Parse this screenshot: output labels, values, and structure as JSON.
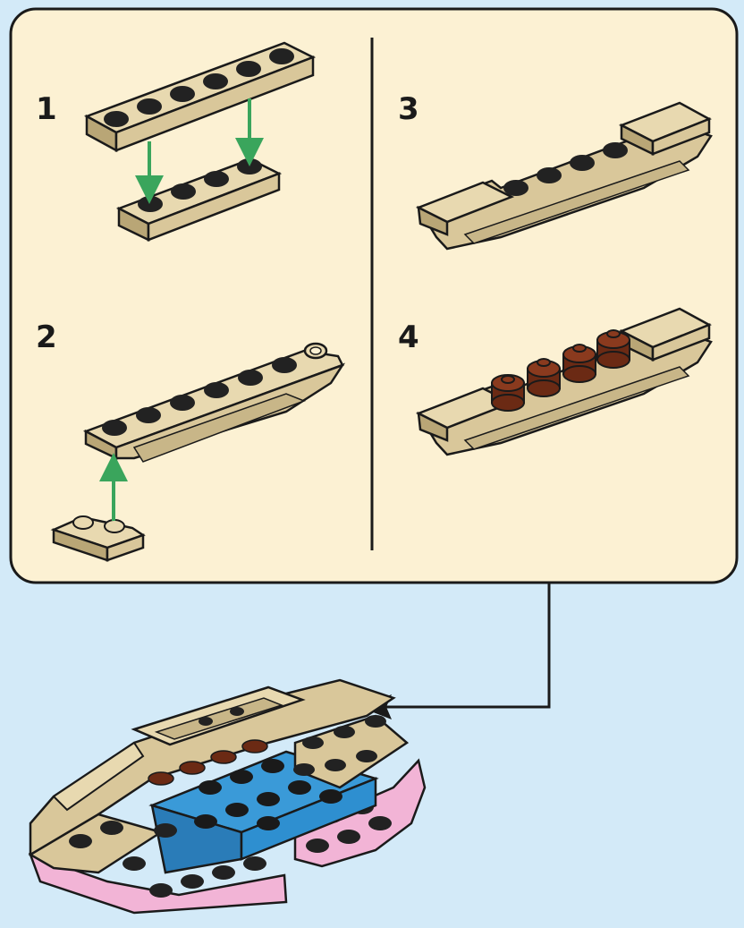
{
  "colors": {
    "background": "#d3eaf8",
    "panel": "#fcf1d3",
    "tan": "#d9c79a",
    "tan_light": "#e8d9b0",
    "tan_dark": "#b9a676",
    "stud_dark": "#222222",
    "stud_brown": "#6b2a14",
    "blue": "#2e8fd0",
    "pink": "#f2b4d6",
    "arrow_green": "#3aa55c",
    "outline": "#1a1a1a"
  },
  "steps": [
    {
      "number": "1"
    },
    {
      "number": "2"
    },
    {
      "number": "3"
    },
    {
      "number": "4"
    }
  ],
  "icons": {
    "arrow": "green-arrow-icon",
    "callout": "callout-arrow-icon"
  }
}
